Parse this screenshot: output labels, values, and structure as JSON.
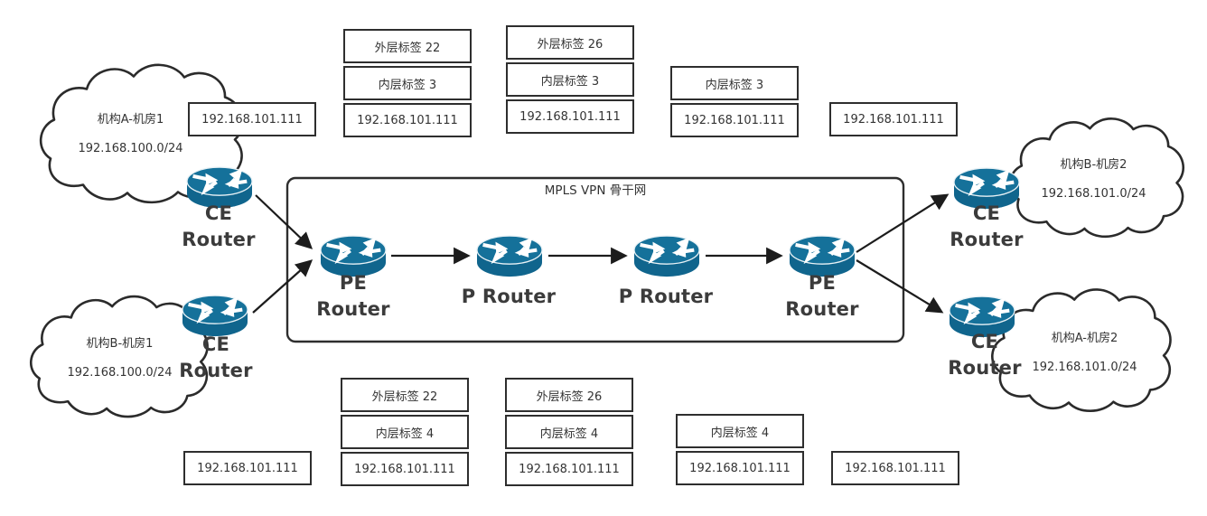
{
  "backbone": {
    "label": "MPLS VPN 骨干网"
  },
  "clouds": {
    "top_left": {
      "name": "机构A-机房1",
      "subnet": "192.168.100.0/24"
    },
    "bottom_left": {
      "name": "机构B-机房1",
      "subnet": "192.168.100.0/24"
    },
    "top_right": {
      "name": "机构B-机房2",
      "subnet": "192.168.101.0/24"
    },
    "bottom_right": {
      "name": "机构A-机房2",
      "subnet": "192.168.101.0/24"
    }
  },
  "routers": {
    "ce_top_left": {
      "line1": "CE",
      "line2": "Router"
    },
    "ce_bottom_left": {
      "line1": "CE",
      "line2": "Router"
    },
    "pe_left": {
      "line1": "PE",
      "line2": "Router"
    },
    "p_left": {
      "label": "P Router"
    },
    "p_right": {
      "label": "P Router"
    },
    "pe_right": {
      "line1": "PE",
      "line2": "Router"
    },
    "ce_top_right": {
      "line1": "CE",
      "line2": "Router"
    },
    "ce_bottom_right": {
      "line1": "CE",
      "line2": "Router"
    }
  },
  "label_stacks": {
    "top": [
      {
        "cells": [
          "192.168.101.111"
        ]
      },
      {
        "cells": [
          "外层标签 22",
          "内层标签 3",
          "192.168.101.111"
        ]
      },
      {
        "cells": [
          "外层标签 26",
          "内层标签 3",
          "192.168.101.111"
        ]
      },
      {
        "cells": [
          "内层标签 3",
          "192.168.101.111"
        ]
      },
      {
        "cells": [
          "192.168.101.111"
        ]
      }
    ],
    "bottom": [
      {
        "cells": [
          "192.168.101.111"
        ]
      },
      {
        "cells": [
          "外层标签 22",
          "内层标签 4",
          "192.168.101.111"
        ]
      },
      {
        "cells": [
          "外层标签 26",
          "内层标签 4",
          "192.168.101.111"
        ]
      },
      {
        "cells": [
          "内层标签 4",
          "192.168.101.111"
        ]
      },
      {
        "cells": [
          "192.168.101.111"
        ]
      }
    ]
  },
  "icons": {
    "router": "cylinder-with-crossed-arrows",
    "cloud": "cloud-outline",
    "arrowhead": "filled-triangle"
  },
  "colors": {
    "router_body": "#10658d",
    "router_top": "#15719a",
    "outline": "#2e2e2e",
    "connector": "#1c1c1c",
    "background": "#ffffff",
    "text": "#333333"
  }
}
